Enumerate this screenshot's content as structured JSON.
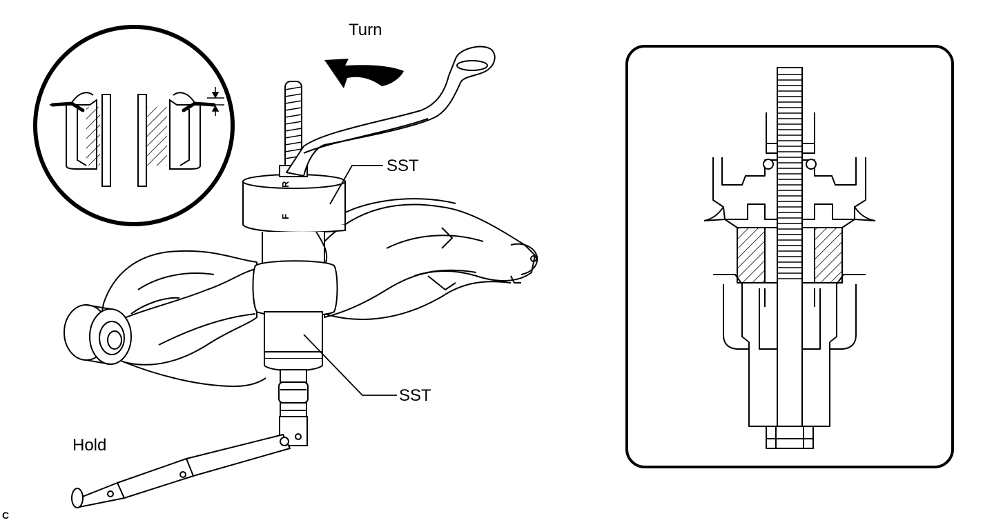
{
  "labels": {
    "turn": "Turn",
    "sst_upper": "SST",
    "sst_lower": "SST",
    "hold": "Hold",
    "tool_mark_r": "R",
    "tool_mark_f": "F",
    "corner_code": "C"
  },
  "colors": {
    "line": "#000000",
    "background": "#ffffff"
  }
}
